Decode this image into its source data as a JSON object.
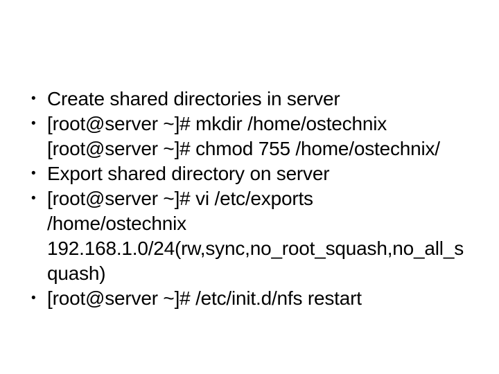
{
  "slide": {
    "background_color": "#ffffff",
    "text_color": "#000000",
    "bullet_char": "•",
    "lines": [
      {
        "bullet": true,
        "text": "Create shared directories in server"
      },
      {
        "bullet": true,
        "text": "[root@server ~]# mkdir /home/ostechnix"
      },
      {
        "bullet": false,
        "text": "[root@server ~]# chmod 755 /home/ostechnix/"
      },
      {
        "bullet": true,
        "text": "Export shared directory on server"
      },
      {
        "bullet": true,
        "text": "[root@server ~]# vi /etc/exports"
      },
      {
        "bullet": false,
        "text": "/home/ostechnix"
      },
      {
        "bullet": false,
        "text": "192.168.1.0/24(rw,sync,no_root_squash,no_all_s"
      },
      {
        "bullet": false,
        "text": "quash)"
      },
      {
        "bullet": true,
        "text": "[root@server ~]# /etc/init.d/nfs restart"
      }
    ]
  }
}
